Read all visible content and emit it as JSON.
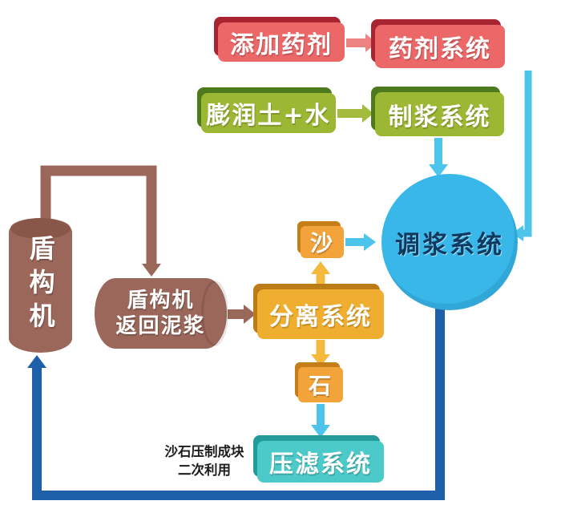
{
  "nodes": {
    "add_chemical": {
      "label": "添加药剂"
    },
    "chemical_system": {
      "label": "药剂系统"
    },
    "bentonite_water": {
      "label": "膨润土+水"
    },
    "slurry_preparation_system": {
      "label": "制浆系统"
    },
    "slurry_mixing_system": {
      "label": "调浆系统"
    },
    "sand": {
      "label": "沙"
    },
    "separation_system": {
      "label": "分离系统"
    },
    "stone": {
      "label": "石"
    },
    "filter_press_system": {
      "label": "压滤系统"
    },
    "shield_machine": {
      "label": "盾构机"
    },
    "return_slurry": {
      "line1": "盾构机",
      "line2": "返回泥浆"
    }
  },
  "caption": {
    "line1": "沙石压制成块",
    "line2": "二次利用"
  },
  "colors": {
    "red_box": "#ec6868",
    "red_shadow": "#a82430",
    "green_box": "#9cb733",
    "green_shadow": "#4e7a1e",
    "yellow_box": "#efae2f",
    "yellow_shadow": "#bb7c18",
    "orange_box": "#f2a43a",
    "orange_shadow": "#c57d18",
    "teal_box": "#4cc9c9",
    "teal_shadow": "#259a9a",
    "circle": "#38b7e8",
    "brown": "#9a675a",
    "dark_blue": "#1e5fa9",
    "cyan_arrow": "#4cc4ec",
    "yellow_arrow": "#f4ba3e",
    "pink_arrow": "#ec8282",
    "green_arrow": "#a3bc3e"
  }
}
